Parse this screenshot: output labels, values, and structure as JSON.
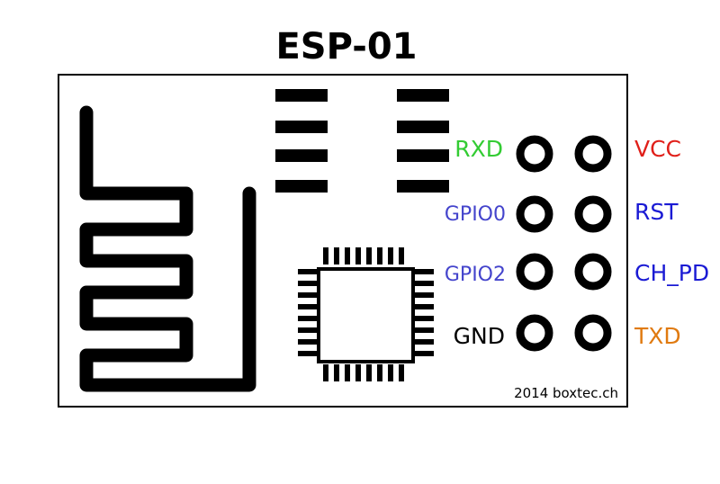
{
  "title": "ESP-01",
  "credit": "2014 boxtec.ch",
  "pins_left": [
    {
      "label": "RXD",
      "color": "#33cc33"
    },
    {
      "label": "GPIO0",
      "color": "#4444cc"
    },
    {
      "label": "GPIO2",
      "color": "#4444cc"
    },
    {
      "label": "GND",
      "color": "#000000"
    }
  ],
  "pins_right": [
    {
      "label": "VCC",
      "color": "#e0201a"
    },
    {
      "label": "RST",
      "color": "#1a1ad4"
    },
    {
      "label": "CH_PD",
      "color": "#1a1ad4"
    },
    {
      "label": "TXD",
      "color": "#e07a10"
    }
  ],
  "colors": {
    "outline": "#000000",
    "background": "#ffffff"
  }
}
